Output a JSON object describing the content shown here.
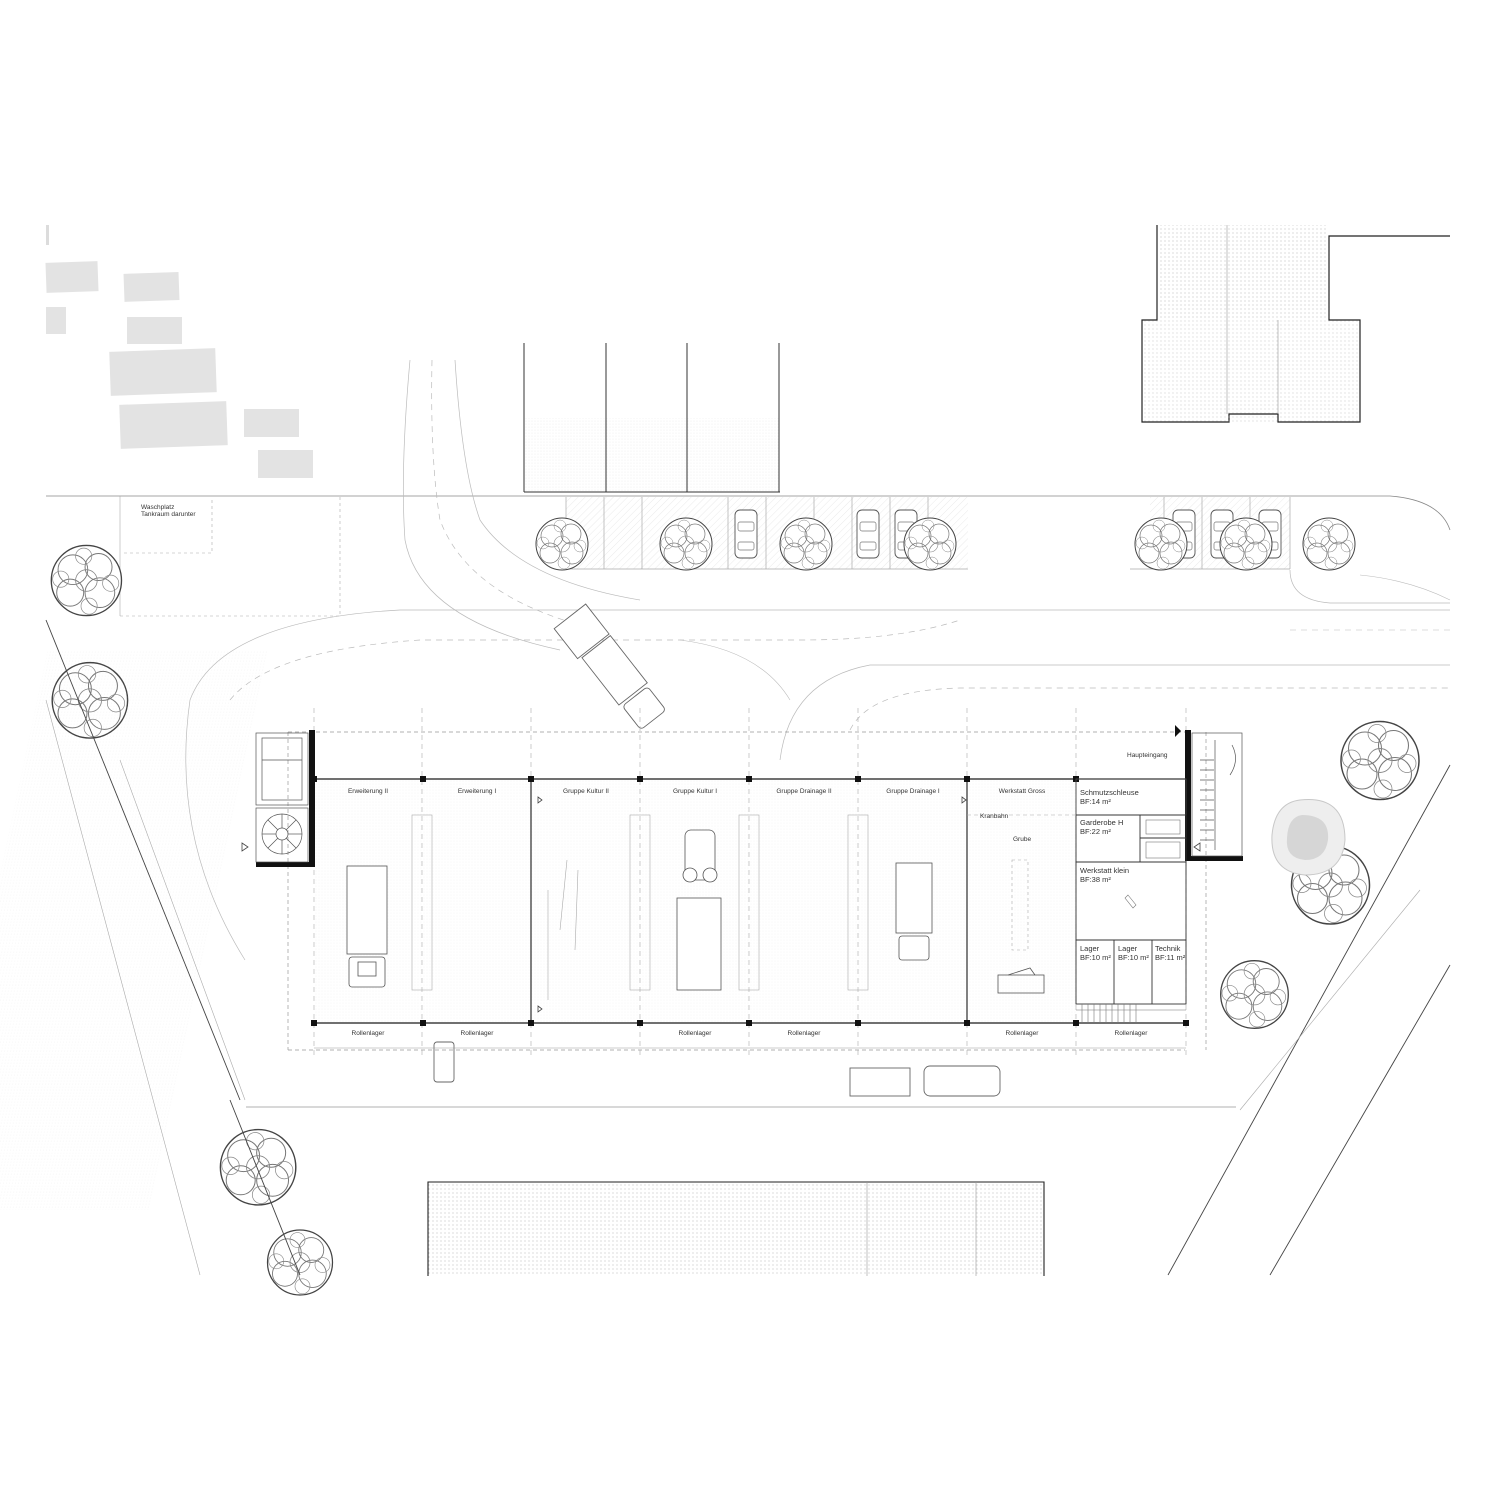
{
  "site": {
    "waschplatz_line1": "Waschplatz",
    "waschplatz_line2": "Tankraum darunter"
  },
  "bays": [
    {
      "label": "Erweiterung II"
    },
    {
      "label": "Erweiterung I"
    },
    {
      "label": "Gruppe Kultur II"
    },
    {
      "label": "Gruppe Kultur I"
    },
    {
      "label": "Gruppe Drainage II"
    },
    {
      "label": "Gruppe Drainage I"
    },
    {
      "label": "Werkstatt Gross"
    }
  ],
  "werkstatt": {
    "kranbahn": "Kranbahn",
    "grube": "Grube"
  },
  "rooms": {
    "schmutzschleuse": {
      "name": "Schmutzschleuse",
      "area": "BF:14 m²"
    },
    "garderobe": {
      "name": "Garderobe H",
      "area": "BF:22 m²"
    },
    "werkstatt_klein": {
      "name": "Werkstatt klein",
      "area": "BF:38 m²"
    },
    "lager1": {
      "name": "Lager",
      "area": "BF:10 m²"
    },
    "lager2": {
      "name": "Lager",
      "area": "BF:10 m²"
    },
    "technik": {
      "name": "Technik",
      "area": "BF:11 m²"
    }
  },
  "entrance": {
    "label": "Haupteingang"
  },
  "storage": [
    {
      "label": "Rollenlager"
    },
    {
      "label": "Rollenlager"
    },
    {
      "label": "Rollenlager"
    },
    {
      "label": "Rollenlager"
    },
    {
      "label": "Rollenlager"
    },
    {
      "label": "Rollenlager"
    }
  ],
  "colors": {
    "line": "#1a1a1a",
    "thin": "#9a9a9a",
    "faint": "#c8c8c8",
    "fill_grey": "#e3e3e3"
  }
}
